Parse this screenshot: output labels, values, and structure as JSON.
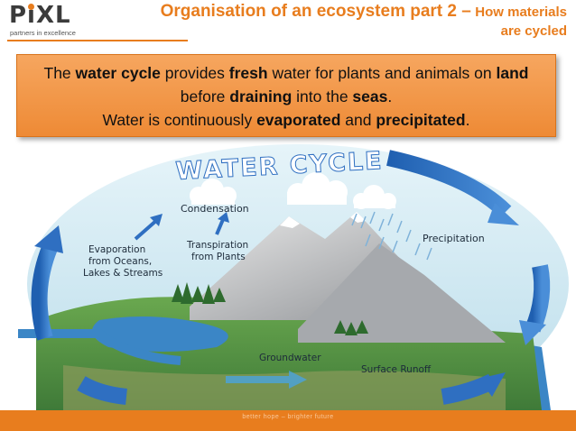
{
  "logo": {
    "text": "PiXL",
    "tagline": "partners in excellence"
  },
  "header": {
    "title": "Organisation of an ecosystem part 2 –",
    "subtitle_part1": "How materials",
    "subtitle_part2": "are cycled"
  },
  "banner": {
    "l1_a": "The ",
    "l1_b": "water cycle",
    "l1_c": " provides ",
    "l1_d": "fresh",
    "l1_e": " water for plants and animals on ",
    "l1_f": "land",
    "l2_a": "before ",
    "l2_b": "draining",
    "l2_c": " into the ",
    "l2_d": "seas",
    "l2_e": ".",
    "l3_a": "Water is continuously ",
    "l3_b": "evaporated",
    "l3_c": " and ",
    "l3_d": "precipitated",
    "l3_e": "."
  },
  "diagram": {
    "heading": "WATER CYCLE",
    "labels": {
      "condensation": "Condensation",
      "evaporation_1": "Evaporation",
      "evaporation_2": "from Oceans,",
      "evaporation_3": "Lakes & Streams",
      "transpiration_1": "Transpiration",
      "transpiration_2": "from Plants",
      "precipitation": "Precipitation",
      "groundwater": "Groundwater",
      "surface_runoff": "Surface Runoff"
    }
  },
  "footer": {
    "text": "better hope – brighter future"
  },
  "colors": {
    "accent": "#e87d1e",
    "banner": "#f29a4c",
    "sky": "#cfe9f3",
    "arrow": "#2f6fc1"
  }
}
